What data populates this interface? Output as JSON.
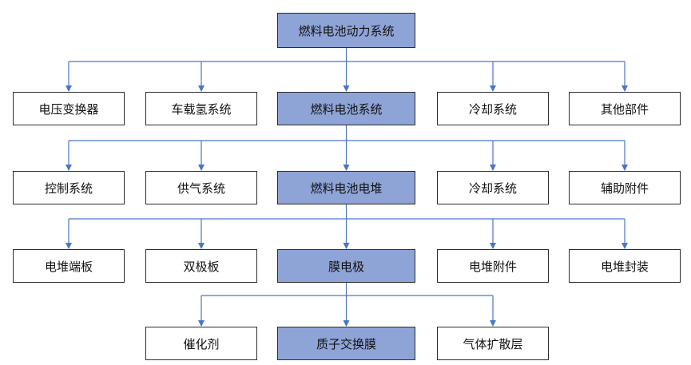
{
  "diagram": {
    "colors": {
      "highlight": "#8fa4d6",
      "connector": "#4a76c4",
      "border": "#2b2b2b",
      "text": "#111111"
    },
    "root": {
      "label": "燃料电池动力系统",
      "highlighted": true
    },
    "level1": [
      {
        "label": "电压变换器",
        "highlighted": false
      },
      {
        "label": "车载氢系统",
        "highlighted": false
      },
      {
        "label": "燃料电池系统",
        "highlighted": true
      },
      {
        "label": "冷却系统",
        "highlighted": false
      },
      {
        "label": "其他部件",
        "highlighted": false
      }
    ],
    "level2": [
      {
        "label": "控制系统",
        "highlighted": false
      },
      {
        "label": "供气系统",
        "highlighted": false
      },
      {
        "label": "燃料电池电堆",
        "highlighted": true
      },
      {
        "label": "冷却系统",
        "highlighted": false
      },
      {
        "label": "辅助附件",
        "highlighted": false
      }
    ],
    "level3": [
      {
        "label": "电堆端板",
        "highlighted": false
      },
      {
        "label": "双极板",
        "highlighted": false
      },
      {
        "label": "膜电极",
        "highlighted": true
      },
      {
        "label": "电堆附件",
        "highlighted": false
      },
      {
        "label": "电堆封装",
        "highlighted": false
      }
    ],
    "level4": [
      {
        "label": "催化剂",
        "highlighted": false
      },
      {
        "label": "质子交换膜",
        "highlighted": true
      },
      {
        "label": "气体扩散层",
        "highlighted": false
      }
    ]
  }
}
